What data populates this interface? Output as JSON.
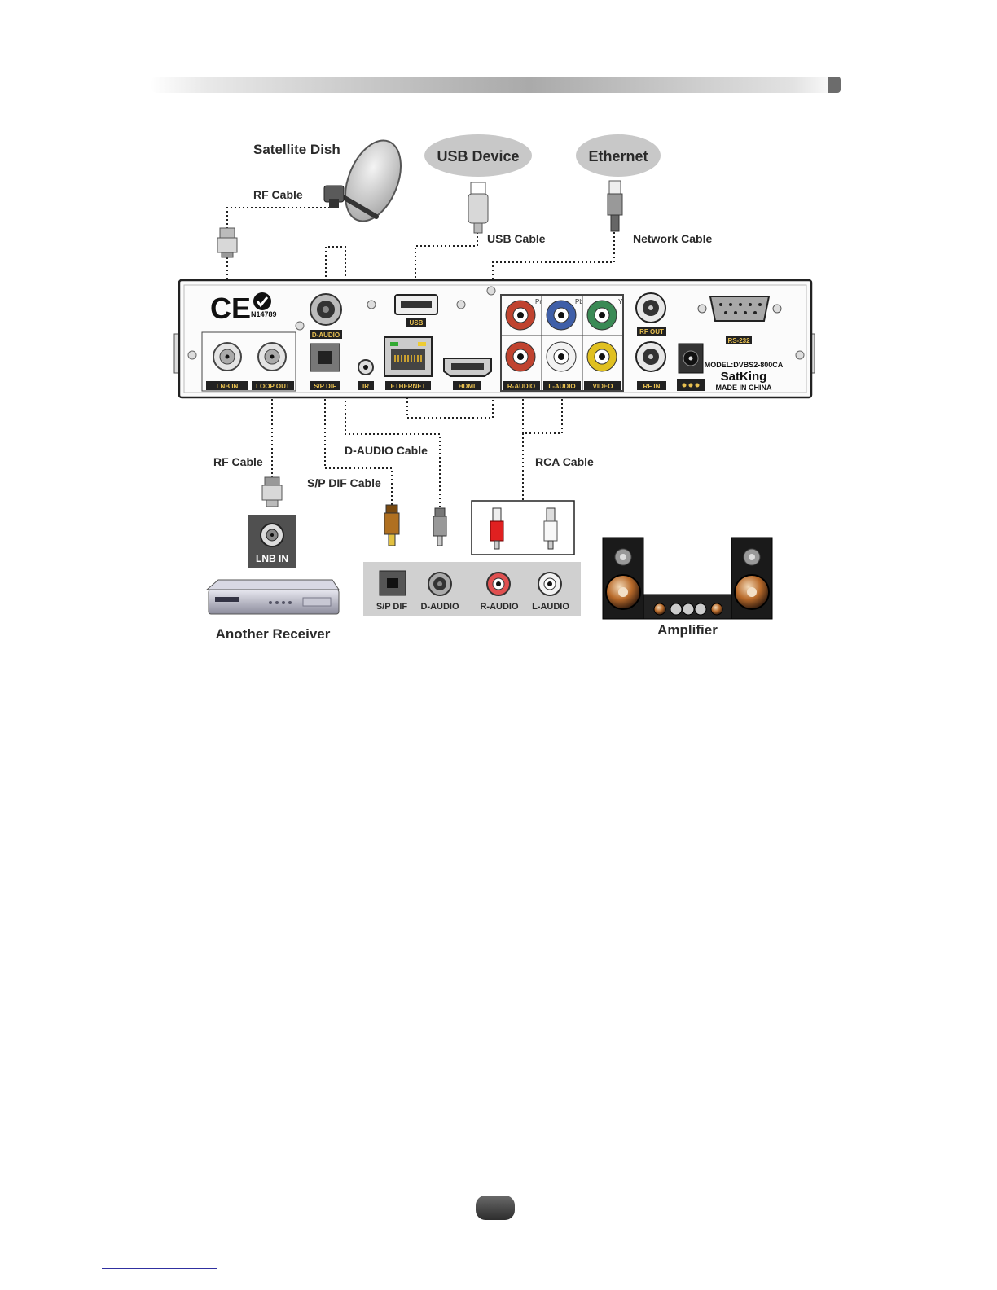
{
  "labels": {
    "satellite_dish": "Satellite Dish",
    "rf_cable_top": "RF Cable",
    "usb_device": "USB Device",
    "ethernet": "Ethernet",
    "usb_cable": "USB Cable",
    "network_cable": "Network Cable",
    "d_audio_cable": "D-AUDIO Cable",
    "rf_cable_bottom": "RF Cable",
    "rca_cable": "RCA Cable",
    "spdif_cable": "S/P DIF Cable",
    "another_receiver": "Another Receiver",
    "amplifier": "Amplifier",
    "receiver_lnb_in": "LNB IN"
  },
  "panel": {
    "cert_code": "N14789",
    "lnb_in": "LNB IN",
    "loop_out": "LOOP OUT",
    "d_audio": "D-AUDIO",
    "spdif": "S/P DIF",
    "ir": "IR",
    "usb": "USB",
    "ethernet": "ETHERNET",
    "hdmi": "HDMI",
    "pr": "Pr",
    "pb": "Pb",
    "y": "Y",
    "r_audio": "R-AUDIO",
    "l_audio": "L-AUDIO",
    "video": "VIDEO",
    "rf_out": "RF OUT",
    "rf_in": "RF IN",
    "rs232": "RS-232",
    "model": "MODEL:DVBS2-800CA",
    "brand": "SatKing",
    "made_in": "MADE IN CHINA"
  },
  "audio_panel": {
    "spdif": "S/P DIF",
    "d_audio": "D-AUDIO",
    "r_audio": "R-AUDIO",
    "l_audio": "L-AUDIO"
  },
  "colors": {
    "pr": "#c0432f",
    "pb": "#3f5fa8",
    "y": "#3a8a55",
    "r_audio": "#c0432f",
    "l_audio": "#f2f2f2",
    "video": "#e0c020"
  }
}
